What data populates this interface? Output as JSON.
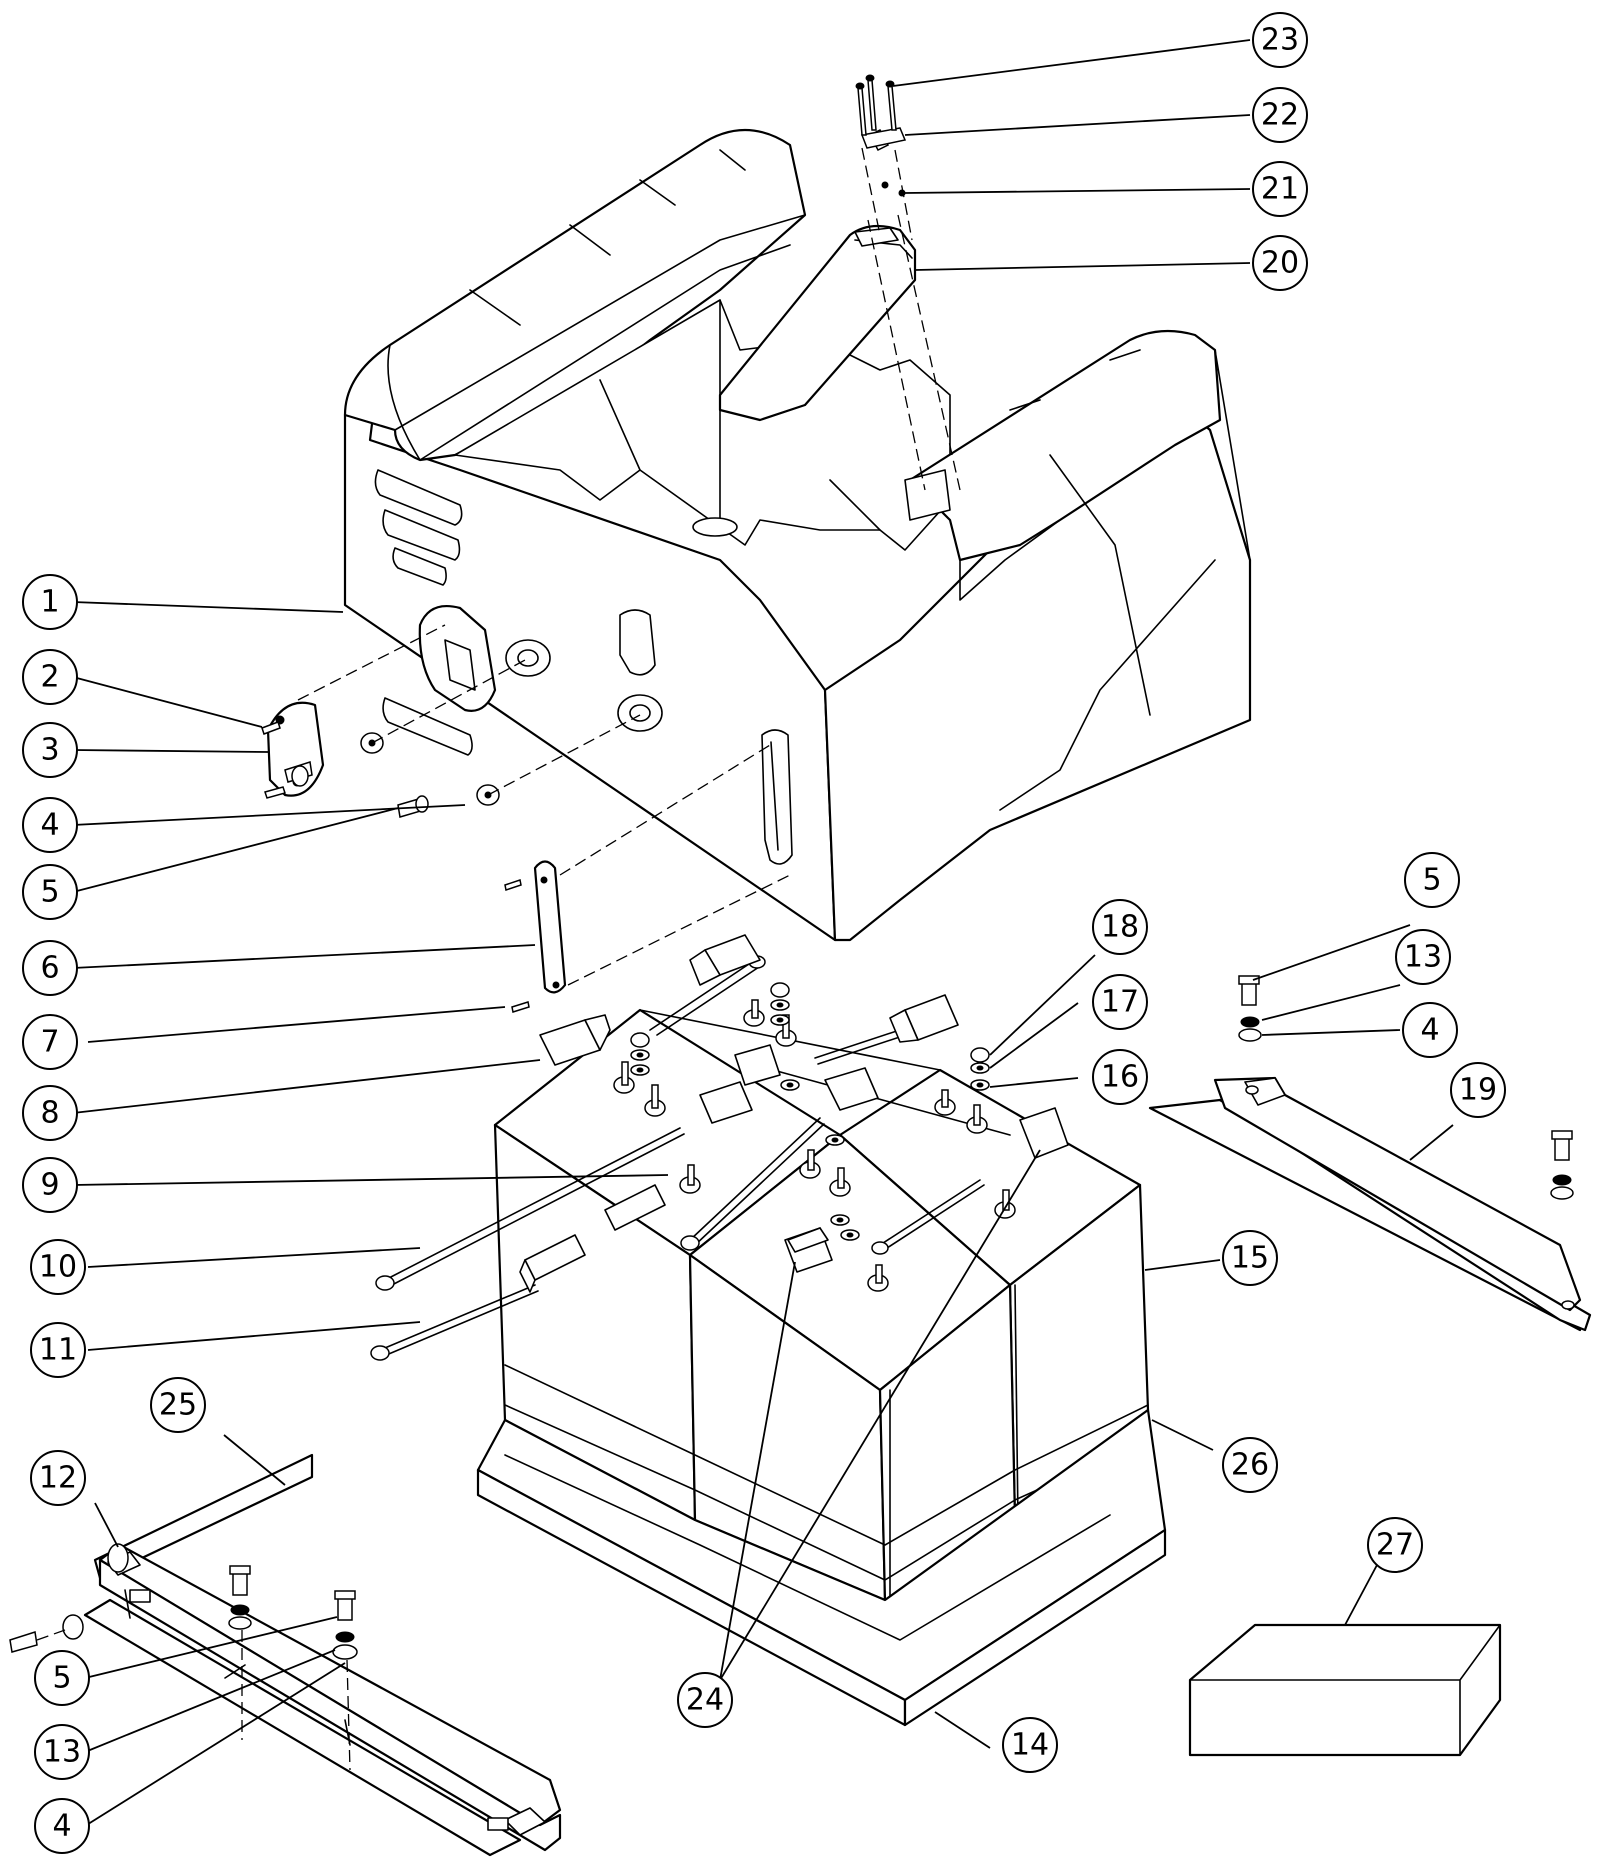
{
  "diagram": {
    "type": "exploded-assembly",
    "colors": {
      "line": "#000000",
      "fill": "#ffffff",
      "background": "#ffffff"
    },
    "callouts": [
      {
        "id": "c1",
        "label": "1"
      },
      {
        "id": "c2",
        "label": "2"
      },
      {
        "id": "c3",
        "label": "3"
      },
      {
        "id": "c4a",
        "label": "4"
      },
      {
        "id": "c5a",
        "label": "5"
      },
      {
        "id": "c6",
        "label": "6"
      },
      {
        "id": "c7",
        "label": "7"
      },
      {
        "id": "c8",
        "label": "8"
      },
      {
        "id": "c9",
        "label": "9"
      },
      {
        "id": "c10",
        "label": "10"
      },
      {
        "id": "c11",
        "label": "11"
      },
      {
        "id": "c12",
        "label": "12"
      },
      {
        "id": "c5b",
        "label": "5"
      },
      {
        "id": "c13a",
        "label": "13"
      },
      {
        "id": "c4b",
        "label": "4"
      },
      {
        "id": "c25",
        "label": "25"
      },
      {
        "id": "c24",
        "label": "24"
      },
      {
        "id": "c14",
        "label": "14"
      },
      {
        "id": "c26",
        "label": "26"
      },
      {
        "id": "c27",
        "label": "27"
      },
      {
        "id": "c15",
        "label": "15"
      },
      {
        "id": "c16",
        "label": "16"
      },
      {
        "id": "c17",
        "label": "17"
      },
      {
        "id": "c18",
        "label": "18"
      },
      {
        "id": "c5c",
        "label": "5"
      },
      {
        "id": "c13b",
        "label": "13"
      },
      {
        "id": "c4c",
        "label": "4"
      },
      {
        "id": "c19",
        "label": "19"
      },
      {
        "id": "c20",
        "label": "20"
      },
      {
        "id": "c21",
        "label": "21"
      },
      {
        "id": "c22",
        "label": "22"
      },
      {
        "id": "c23",
        "label": "23"
      }
    ]
  }
}
